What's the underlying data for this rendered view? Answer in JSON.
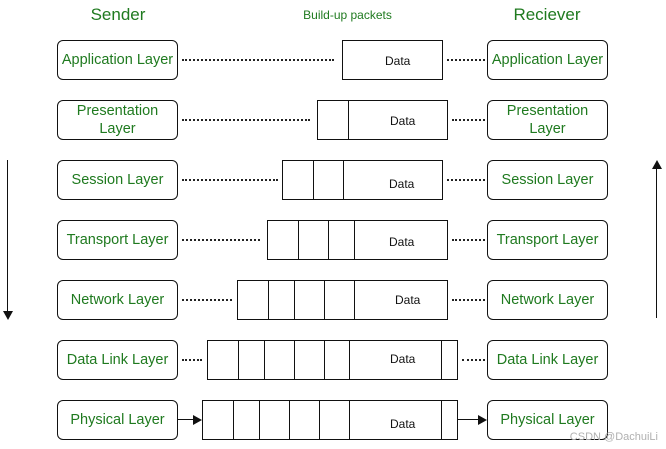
{
  "headers": {
    "sender": "Sender",
    "center": "Build-up packets",
    "receiver": "Reciever"
  },
  "layers": [
    {
      "sender": "Application Layer",
      "receiver": "Application Layer",
      "data": "Data"
    },
    {
      "sender": "Presentation\nLayer",
      "receiver": "Presentation\nLayer",
      "data": "Data"
    },
    {
      "sender": "Session Layer",
      "receiver": "Session Layer",
      "data": "Data"
    },
    {
      "sender": "Transport Layer",
      "receiver": "Transport Layer",
      "data": "Data"
    },
    {
      "sender": "Network Layer",
      "receiver": "Network Layer",
      "data": "Data"
    },
    {
      "sender": "Data Link Layer",
      "receiver": "Data Link Layer",
      "data": "Data"
    },
    {
      "sender": "Physical Layer",
      "receiver": "Physical Layer",
      "data": "Data"
    }
  ],
  "watermark": "CSDN @DachuiLi",
  "colors": {
    "label_green": "#1f7a1f",
    "stroke": "#111111",
    "watermark": "#b0b0b0"
  }
}
